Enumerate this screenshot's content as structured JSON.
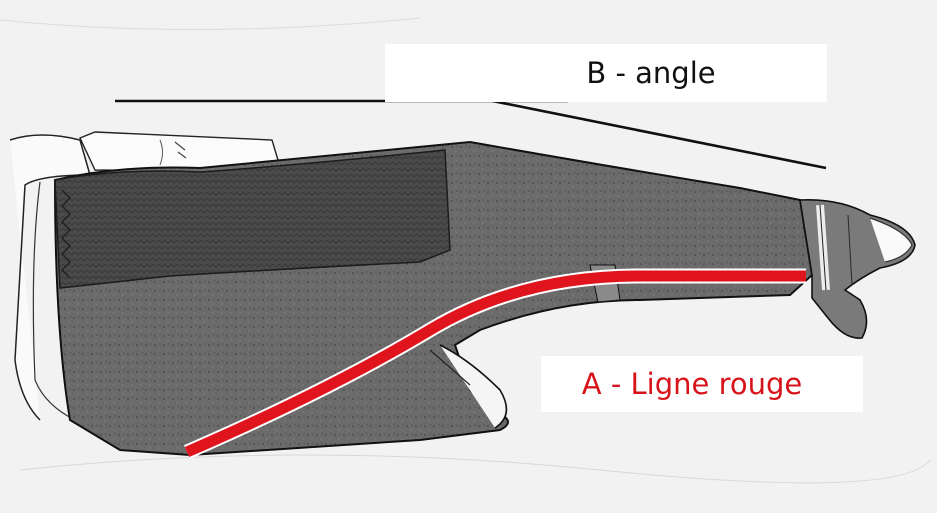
{
  "annotations": {
    "red_line_label": "A - Ligne rouge",
    "angle_label": "B - angle"
  },
  "colors": {
    "background": "#f1f1f1",
    "orthosis_gray": "#6f6f6f",
    "strap_dark": "#4d4d4d",
    "red_line": "#e0141c",
    "angle_line": "#111111",
    "label_red": "#d8141b",
    "label_black": "#111111"
  },
  "icons": [
    "splint-illustration",
    "hand-illustration"
  ]
}
